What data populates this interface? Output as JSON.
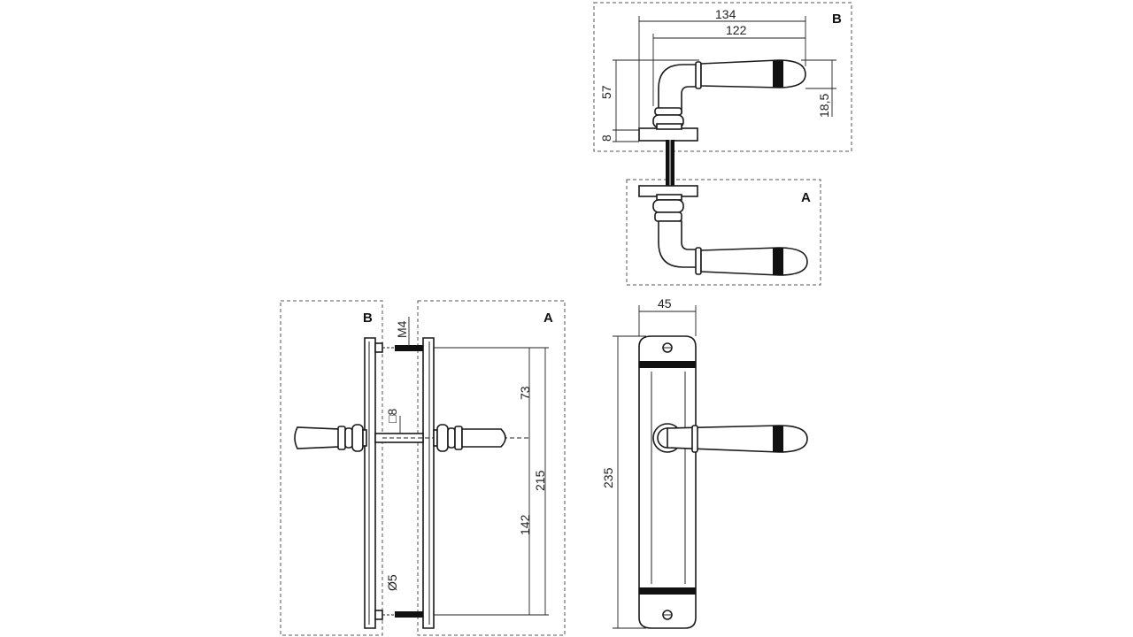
{
  "labels": {
    "top_box_b": "B",
    "top_box_a": "A",
    "side_box_b": "B",
    "side_box_a": "A"
  },
  "dimensions": {
    "overall_length": "134",
    "handle_length": "122",
    "handle_height": "57",
    "rose_thickness": "8",
    "grip_offset": "18,5",
    "plate_width": "45",
    "plate_length": "235",
    "screw_thread": "M4",
    "square_spindle": "□8",
    "upper_distance": "73",
    "hole_distance": "215",
    "lower_distance": "142",
    "hole_diameter": "Ø5"
  }
}
